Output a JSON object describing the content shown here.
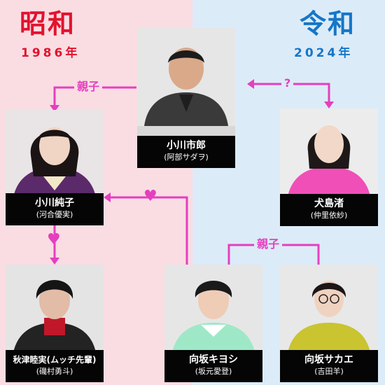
{
  "colors": {
    "showa_bg": "#f9dde3",
    "reiwa_bg": "#dcebf8",
    "showa_accent": "#e3122d",
    "reiwa_accent": "#1576c8",
    "connector": "#e53fbf",
    "caption_bg": "#050505"
  },
  "eras": {
    "showa": {
      "title": "昭和",
      "year": "1986年"
    },
    "reiwa": {
      "title": "令和",
      "year": "2024年"
    }
  },
  "relations": {
    "ichiro_junko": "親子",
    "ichiro_nagisa": "?",
    "kiyoshi_sakae": "親子",
    "heart": "♥"
  },
  "characters": {
    "ichiro": {
      "name": "小川市郎",
      "actor": "(阿部サダヲ)"
    },
    "junko": {
      "name": "小川純子",
      "actor": "(河合優実)"
    },
    "nagisa": {
      "name": "犬島渚",
      "actor": "(仲里依紗)"
    },
    "mutsumi": {
      "name": "秋津睦実(ムッチ先輩)",
      "actor": "(磯村勇斗)"
    },
    "kiyoshi": {
      "name": "向坂キヨシ",
      "actor": "(坂元愛登)"
    },
    "sakae": {
      "name": "向坂サカエ",
      "actor": "(吉田羊)"
    }
  }
}
